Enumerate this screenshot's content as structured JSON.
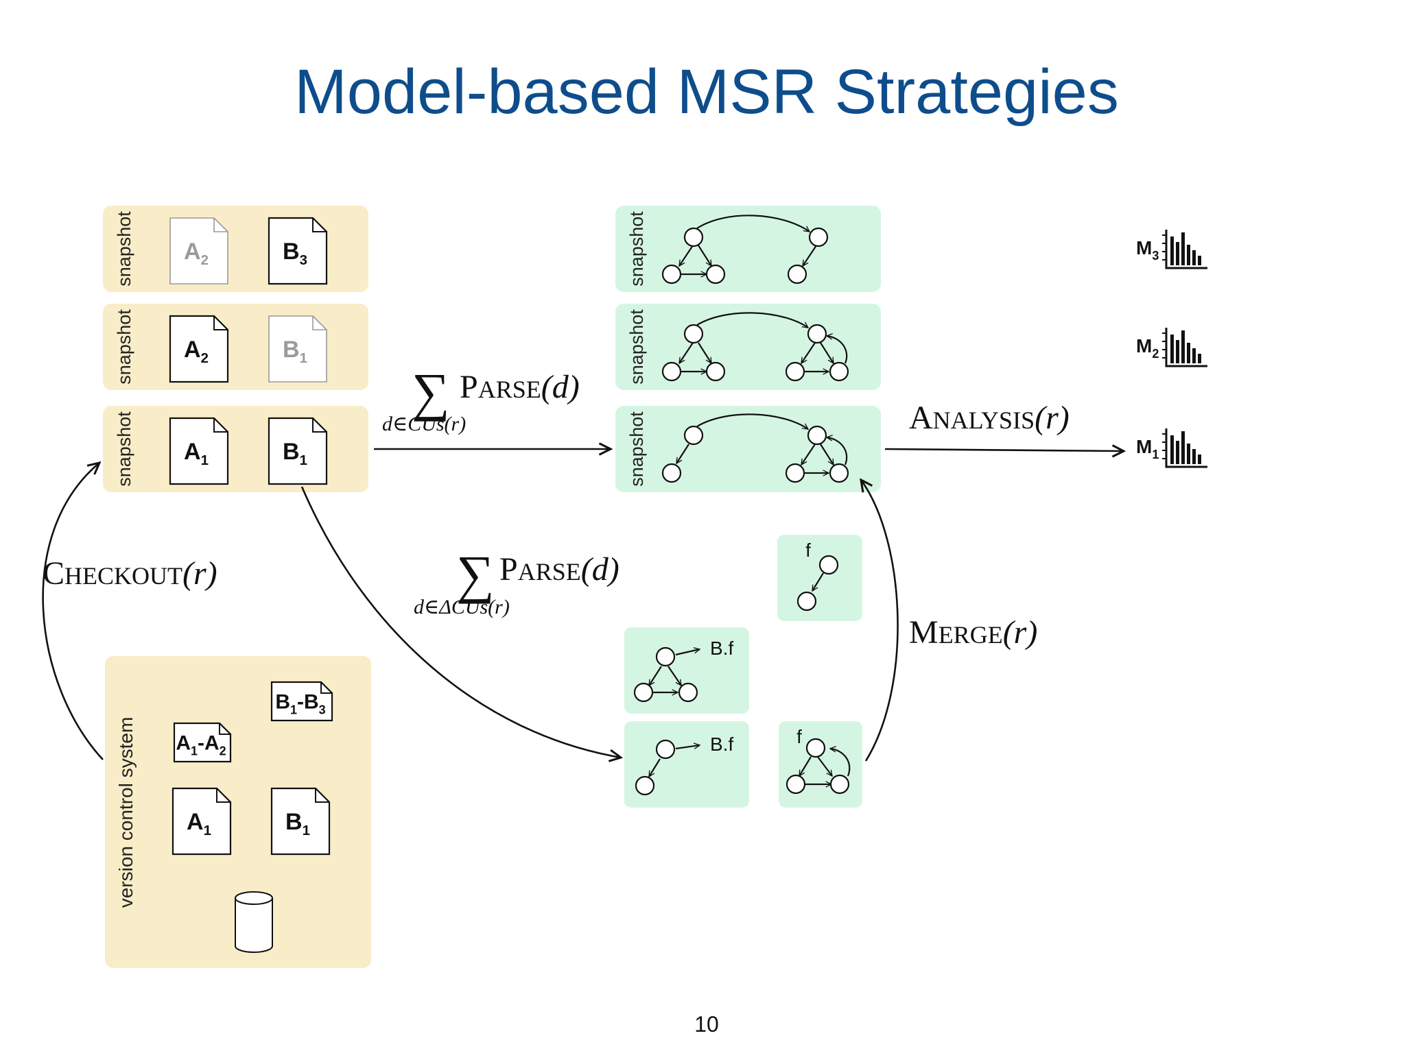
{
  "slide": {
    "title": "Model-based MSR Strategies",
    "page_number": "10"
  },
  "colors": {
    "title": "#0e4d8c",
    "yellow_panel": "#f8edc8",
    "green_panel": "#d5f5e3",
    "ink": "#111111",
    "faded": "#9a9a9a"
  },
  "labels": {
    "snapshot": "snapshot",
    "vcs": "version control system",
    "parse": "Parse(d)",
    "parse_sub": "d∈CUs(r)",
    "parse_delta": "Parse(d)",
    "parse_delta_sub": "d∈ΔCUs(r)",
    "analysis": "Analysis(r)",
    "checkout": "Checkout(r)",
    "merge": "Merge(r)",
    "bf_top": "B.f",
    "bf_bottom": "B.f",
    "f_top": "f",
    "f_bottom": "f"
  },
  "files": {
    "s3_a": {
      "letter": "A",
      "sub": "2"
    },
    "s3_b": {
      "letter": "B",
      "sub": "3"
    },
    "s2_a": {
      "letter": "A",
      "sub": "2"
    },
    "s2_b": {
      "letter": "B",
      "sub": "1"
    },
    "s1_a": {
      "letter": "A",
      "sub": "1"
    },
    "s1_b": {
      "letter": "B",
      "sub": "1"
    },
    "vcs_b13": {
      "letter": "B",
      "sub": "1",
      "sep": "-",
      "letter2": "B",
      "sub2": "3"
    },
    "vcs_a12": {
      "letter": "A",
      "sub": "1",
      "sep": "-",
      "letter2": "A",
      "sub2": "2"
    },
    "vcs_a1": {
      "letter": "A",
      "sub": "1"
    },
    "vcs_b1": {
      "letter": "B",
      "sub": "1"
    }
  },
  "metrics": [
    {
      "letter": "M",
      "sub": "3"
    },
    {
      "letter": "M",
      "sub": "2"
    },
    {
      "letter": "M",
      "sub": "1"
    }
  ]
}
